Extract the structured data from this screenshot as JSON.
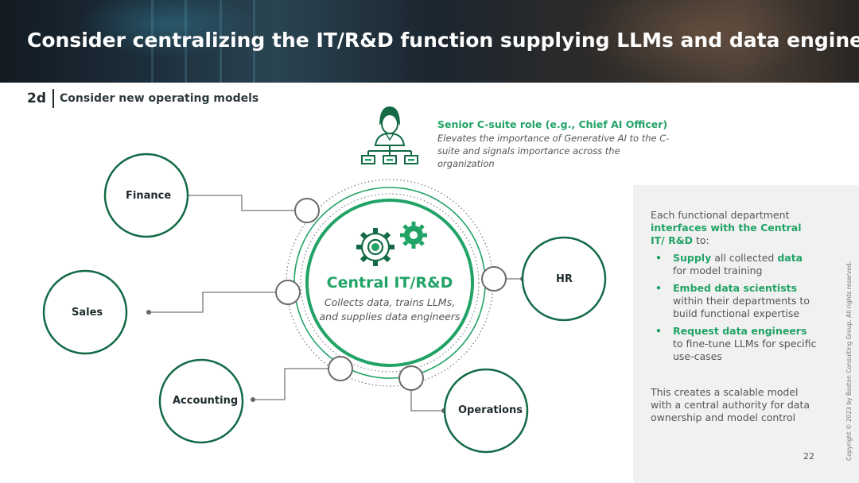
{
  "header": {
    "title": "Consider centralizing the IT/R&D function supplying LLMs and data engineers"
  },
  "section": {
    "number": "2d",
    "label": "Consider new operating models"
  },
  "csuite": {
    "icon": "executive-org-chart-icon",
    "title": "Senior C-suite role (e.g., Chief AI Officer)",
    "description": "Elevates the importance of Generative AI to the C-suite and signals importance across the organization"
  },
  "center": {
    "icon": "gears-icon",
    "title": "Central IT/R&D",
    "subtitle": "Collects data, trains LLMs, and supplies data engineers"
  },
  "departments": [
    {
      "label": "Finance"
    },
    {
      "label": "Sales"
    },
    {
      "label": "Accounting"
    },
    {
      "label": "HR"
    },
    {
      "label": "Operations"
    }
  ],
  "panel": {
    "intro_pre": "Each functional department ",
    "intro_em": "interfaces with the Central IT/ R&D",
    "intro_post": " to:",
    "items": [
      {
        "em1": "Supply",
        "mid": " all collected ",
        "em2": "data",
        "post": " for model training"
      },
      {
        "em1": "Embed data scientists",
        "post": " within their departments to build functional expertise"
      },
      {
        "em1": "Request data engineers",
        "post": " to fine-tune LLMs for specific use-cases"
      }
    ],
    "outro": "This creates a scalable model with a central authority for data ownership and model control"
  },
  "footer": {
    "page_number": "22",
    "copyright": "Copyright © 2023 by Boston Consulting Group. All rights reserved."
  },
  "colors": {
    "accent": "#21a366",
    "dark_green": "#136a45",
    "text": "#1f2a2e",
    "muted": "#555555",
    "panel_bg": "#f1f1f1"
  }
}
